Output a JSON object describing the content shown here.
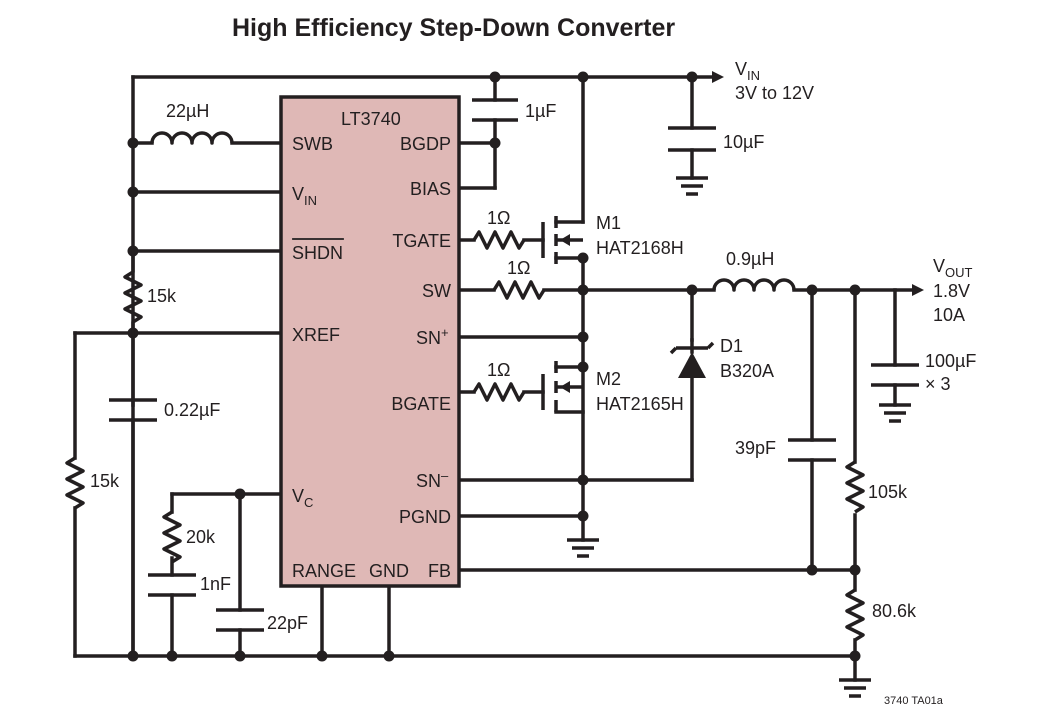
{
  "title": "High Efficiency Step-Down Converter",
  "ic": {
    "name": "LT3740",
    "pins_left": {
      "swb": "SWB",
      "vin": "V",
      "vin_sub": "IN",
      "shdn": "SHDN",
      "xref": "XREF",
      "vc": "V",
      "vc_sub": "C"
    },
    "pins_right": {
      "bgdp": "BGDP",
      "bias": "BIAS",
      "tgate": "TGATE",
      "sw": "SW",
      "snp": "SN",
      "snp_sup": "+",
      "bgate": "BGATE",
      "snm": "SN",
      "snm_sup": "–",
      "pgnd": "PGND",
      "fb": "FB"
    },
    "pins_bottom": {
      "range": "RANGE",
      "gnd": "GND"
    }
  },
  "input": {
    "label": "V",
    "label_sub": "IN",
    "range": "3V to 12V"
  },
  "output": {
    "label": "V",
    "label_sub": "OUT",
    "voltage": "1.8V",
    "current": "10A"
  },
  "components": {
    "l_input": "22µH",
    "c_bgdp": "1µF",
    "c_in": "10µF",
    "r_tgate": "1Ω",
    "r_sw": "1Ω",
    "r_bgate": "1Ω",
    "m1_ref": "M1",
    "m1_part": "HAT2168H",
    "m2_ref": "M2",
    "m2_part": "HAT2165H",
    "l_out": "0.9µH",
    "d1_ref": "D1",
    "d1_part": "B320A",
    "c_out": "100µF",
    "c_out_mult": "× 3",
    "c_ff": "39pF",
    "r_fb_top": "105k",
    "r_fb_bottom": "80.6k",
    "r_shdn": "15k",
    "c_xref": "0.22µF",
    "r_xref": "15k",
    "r_comp": "20k",
    "c_comp": "1nF",
    "c_vc": "22pF"
  },
  "figure_id": "3740 TA01a"
}
